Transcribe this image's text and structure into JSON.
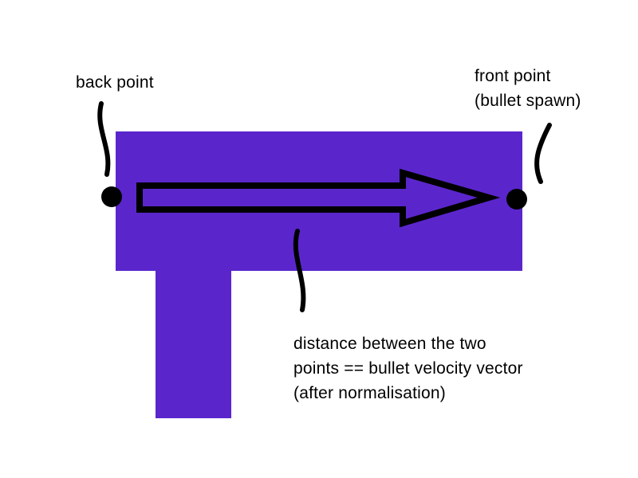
{
  "diagram": {
    "title": "bullet velocity vector diagram",
    "background_color": "#ffffff",
    "gun_color": "#5a26cc",
    "ink_color": "#000000",
    "labels": {
      "back_point": "back point",
      "front_point": "front point\n(bullet spawn)",
      "annotation": "distance between the two\npoints == bullet velocity vector\n(after normalisation)"
    }
  }
}
